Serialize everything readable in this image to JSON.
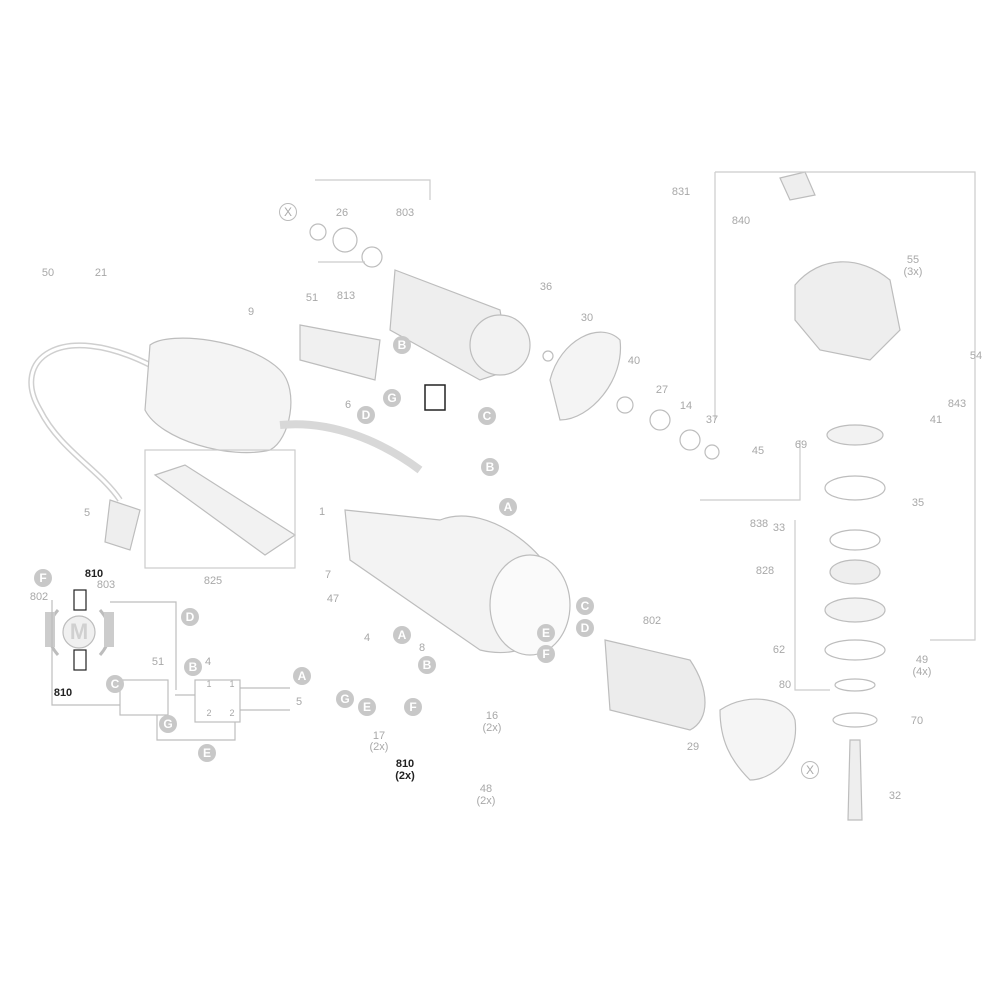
{
  "diagram": {
    "type": "exploded parts diagram - angle grinder",
    "part_labels": [
      "50",
      "21",
      "9",
      "51",
      "26",
      "803",
      "813",
      "36",
      "30",
      "40",
      "27",
      "14",
      "37",
      "45",
      "838",
      "831",
      "840",
      "55",
      "(3x)",
      "54",
      "843",
      "41",
      "69",
      "35",
      "33",
      "828",
      "62",
      "80",
      "49",
      "(4x)",
      "70",
      "32",
      "29",
      "802",
      "6",
      "1",
      "7",
      "47",
      "825",
      "5",
      "4",
      "8",
      "16",
      "(2x)",
      "17",
      "(2x)",
      "810",
      "(2x)",
      "48",
      "(2x)"
    ],
    "connector_markers": [
      "X",
      "B",
      "G",
      "D",
      "C",
      "B",
      "A",
      "C",
      "D",
      "E",
      "F",
      "A",
      "B",
      "G",
      "E",
      "F",
      "X"
    ],
    "schematic": {
      "labels": [
        "F",
        "810",
        "803",
        "802",
        "M",
        "D",
        "51",
        "4",
        "C",
        "B",
        "A",
        "5",
        "810",
        "G",
        "E"
      ],
      "pin_labels": [
        "1",
        "1",
        "2",
        "2"
      ]
    }
  }
}
